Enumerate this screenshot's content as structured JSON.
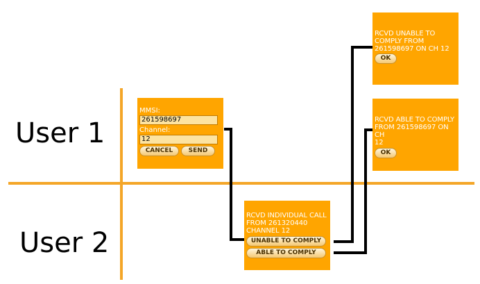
{
  "colors": {
    "card_bg": "#ffa500",
    "divider": "#f4a628",
    "connector": "#000000",
    "card_text": "#ffffff"
  },
  "labels": {
    "user1": "User 1",
    "user2": "User 2"
  },
  "user1_dsc_form": {
    "mmsi_label": "MMSI:",
    "mmsi_value": "261598697",
    "channel_label": "Channel:",
    "channel_value": "12",
    "cancel_label": "CANCEL",
    "send_label": "SEND"
  },
  "user2_incoming_call": {
    "message": "RCVD INDIVIDUAL CALL\nFROM 261320440\nCHANNEL 12",
    "unable_label": "UNABLE TO COMPLY",
    "able_label": "ABLE TO COMPLY"
  },
  "user1_unable_reply": {
    "message": "RCVD UNABLE TO\nCOMPLY FROM\n261598697 ON CH 12",
    "ok_label": "OK"
  },
  "user1_able_reply": {
    "message": "RCVD ABLE TO COMPLY\nFROM 261598697 ON CH\n12",
    "ok_label": "OK"
  }
}
